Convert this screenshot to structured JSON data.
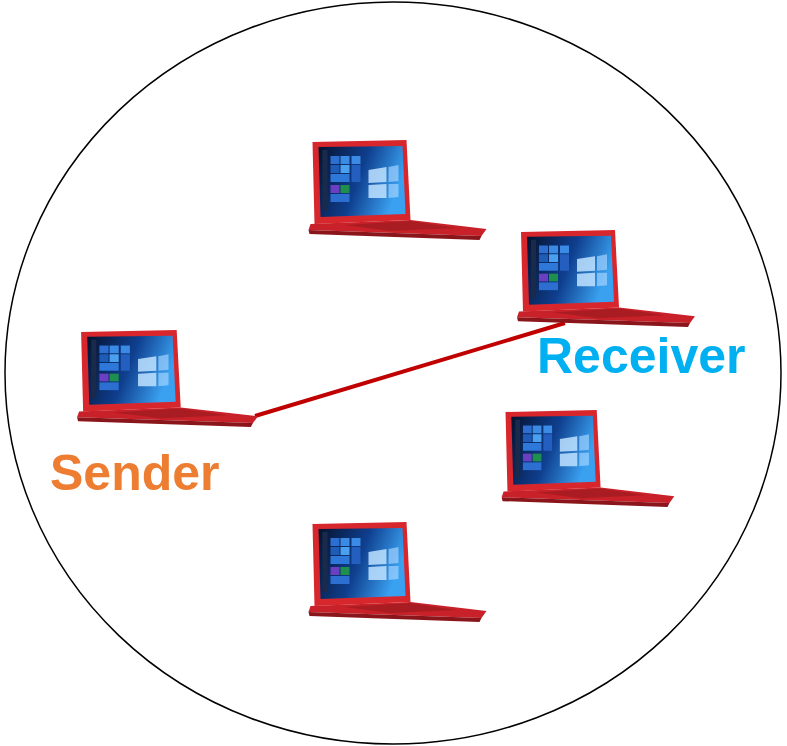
{
  "diagram": {
    "nodes": [
      {
        "text": [
          "Sender"
        ]
      },
      {
        "text": [
          "Receiver"
        ]
      }
    ],
    "edges": [
      {
        "from": 0,
        "to": 1,
        "arrow": "none"
      }
    ]
  }
}
